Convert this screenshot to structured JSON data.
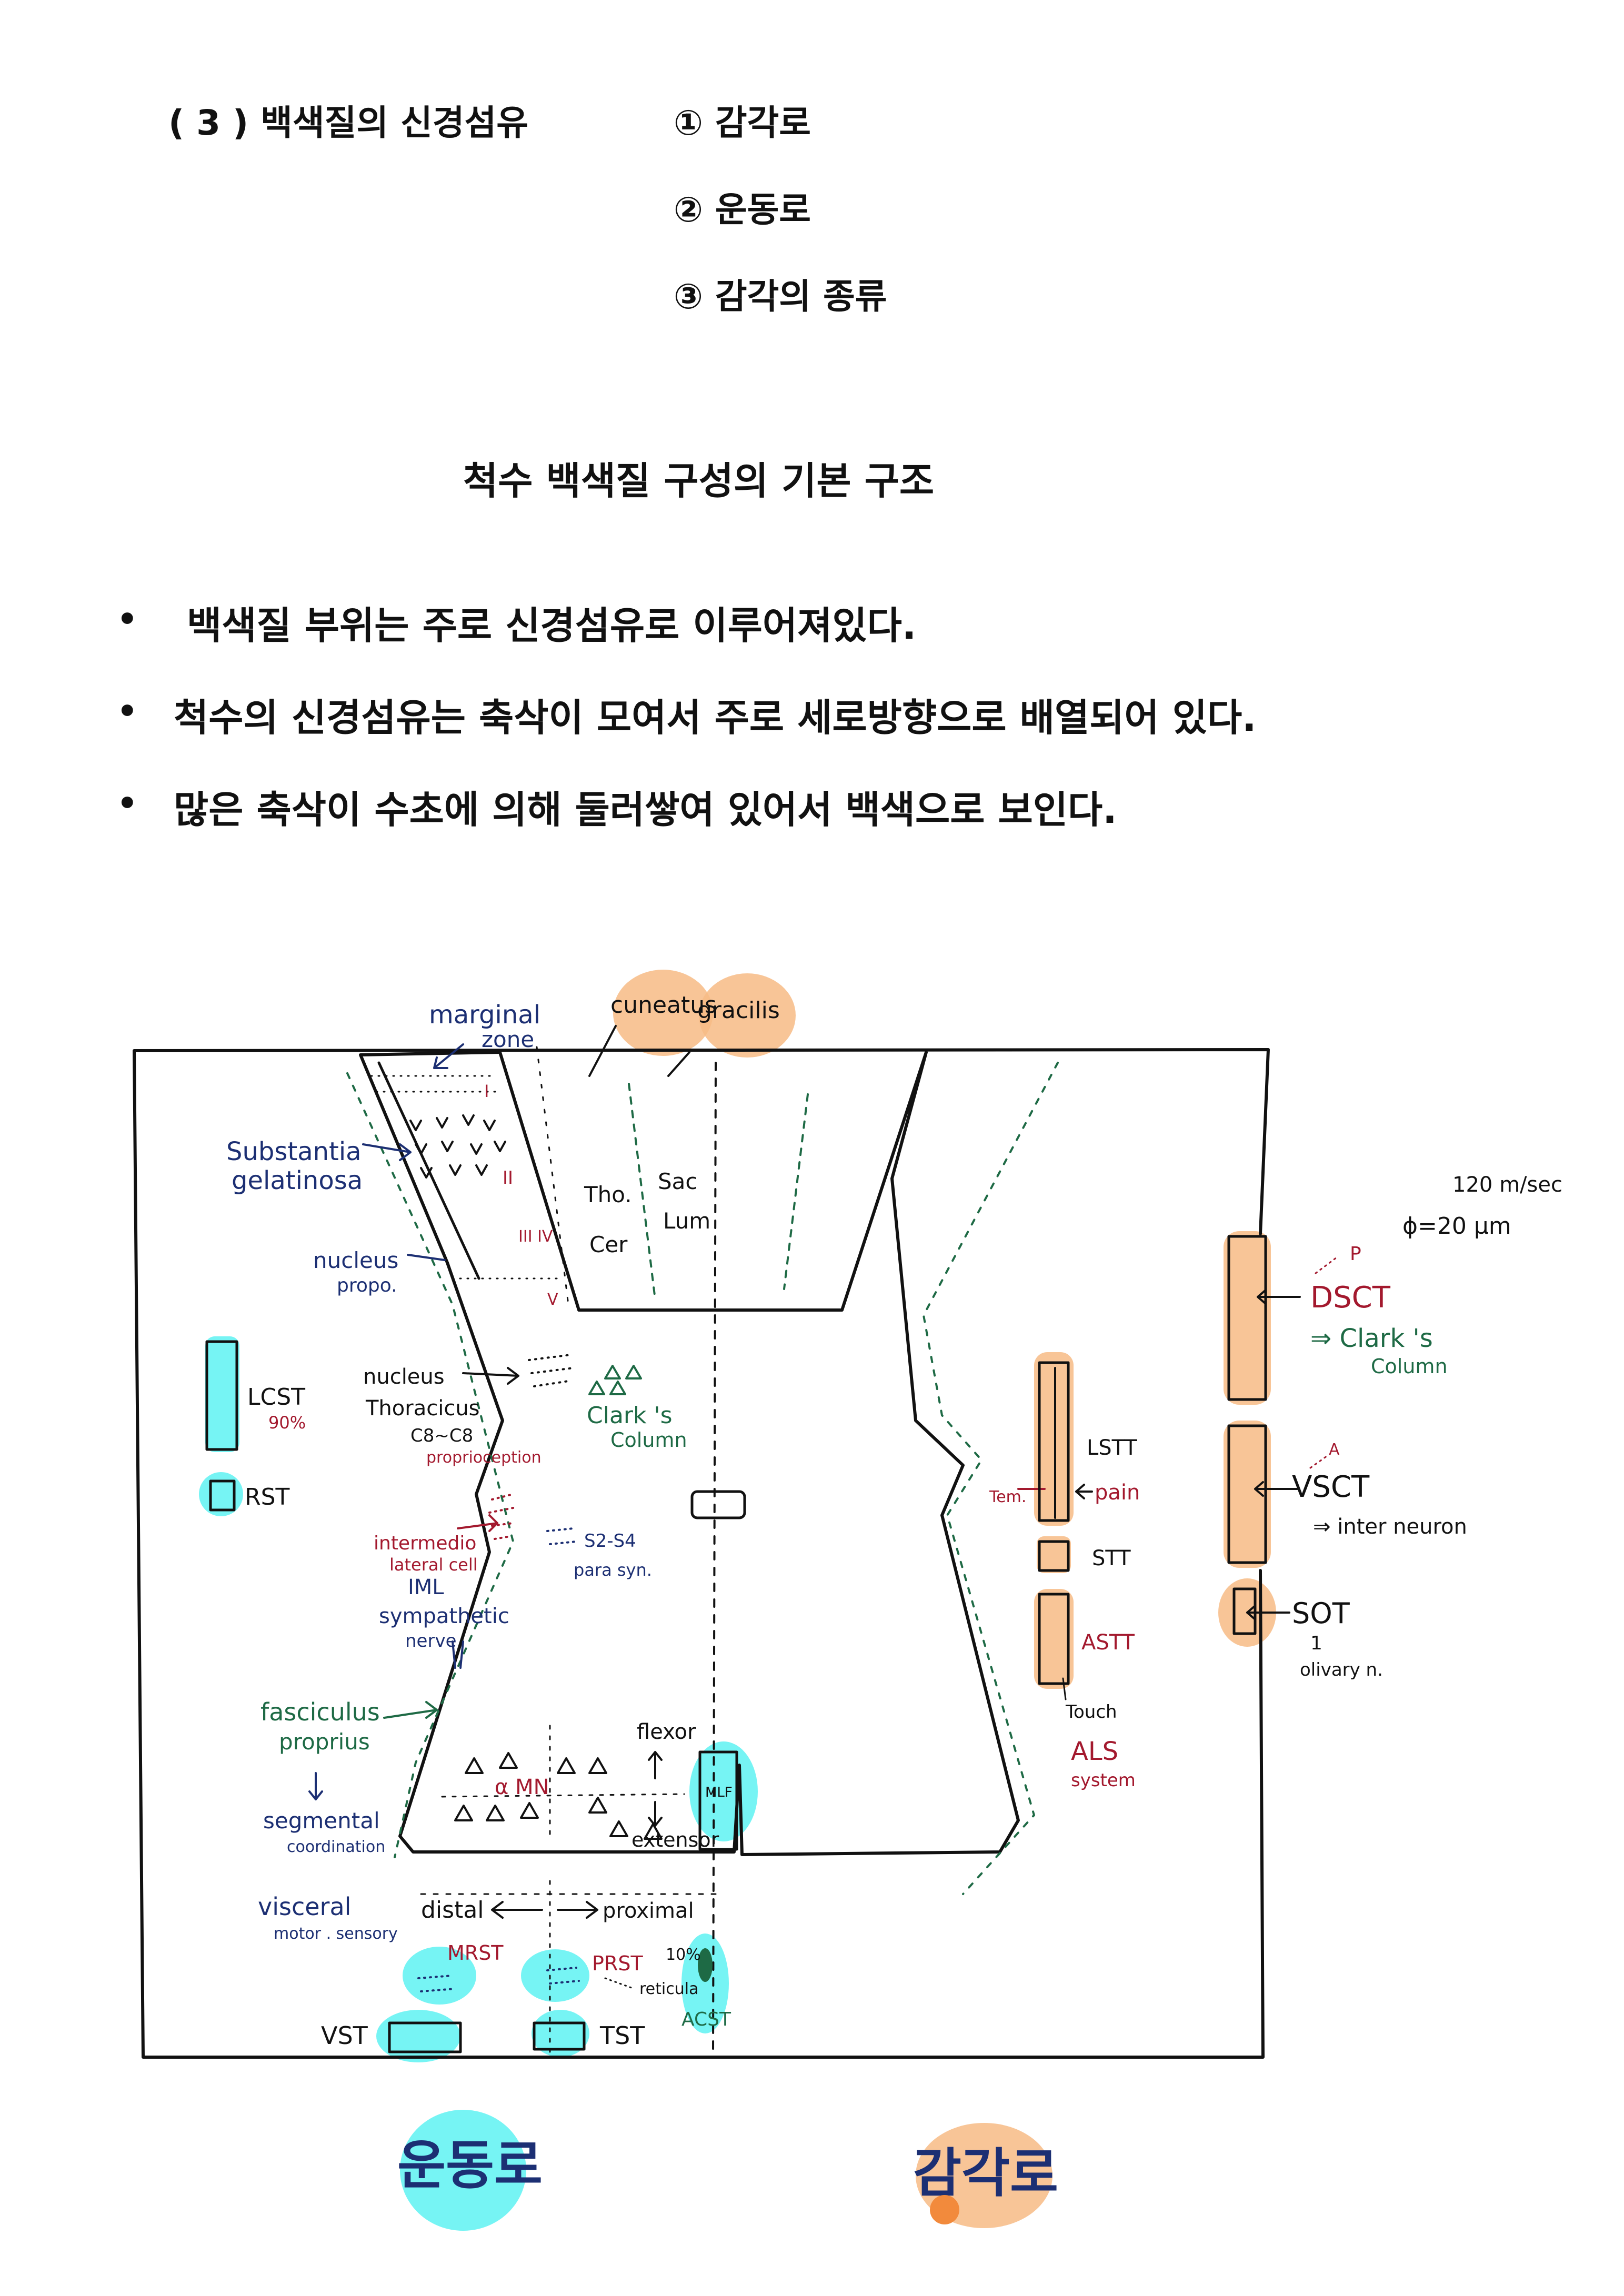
{
  "section": {
    "heading": "( 3 ) 백색질의 신경섬유",
    "items": [
      "① 감각로",
      "② 운동로",
      "③ 감각의 종류"
    ]
  },
  "figure_title": "척수 백색질 구성의 기본 구조",
  "bullets": [
    "백색질 부위는 주로 신경섬유로 이루어져있다.",
    "척수의 신경섬유는 축삭이 모여서 주로 세로방향으로 배열되어 있다.",
    "많은 축삭이 수초에 의해 둘러쌓여 있어서 백색으로 보인다."
  ],
  "bullet_symbol": "•",
  "diagram": {
    "colors": {
      "motor_highlight": "#5ef2f2",
      "sensory_highlight": "#f7bb85",
      "ink": "#111111",
      "blue_ink": "#1c2f73",
      "red_ink": "#a3192e",
      "green_ink": "#1e6a45"
    },
    "labels": {
      "marginal": "marginal",
      "zone": "zone",
      "cuneatus": "cuneatus",
      "gracilis": "gracilis",
      "substantia": "Substantia",
      "gelatinosa": "gelatinosa",
      "lamina_1": "I",
      "lamina_2": "II",
      "lamina_3_4": "III IV",
      "lamina_5": "V",
      "tho": "Tho.",
      "cer": "Cer",
      "sac": "Sac",
      "lum": "Lum",
      "nucleus_propo_1": "nucleus",
      "nucleus_propo_2": "propo.",
      "nucleus_thor_1": "nucleus",
      "nucleus_thor_2": "Thoracicus",
      "nucleus_thor_3": "C8~C8",
      "proprioception": "proprioception",
      "clarks_1": "Clark 's",
      "clarks_2": "Column",
      "lcst": "LCST",
      "lcst_pct": "90%",
      "rst": "RST",
      "intermedio_1": "intermedio",
      "intermedio_2": "lateral cell",
      "iml": "IML",
      "sympathetic": "sympathetic",
      "nerve": "nerve",
      "s2s4": "S2-S4",
      "parasym": "para syn.",
      "fasciculus": "fasciculus",
      "proprius": "proprius",
      "segmental": "segmental",
      "coordination": "coordination",
      "alpha_mn": "α MN",
      "flexor": "flexor",
      "extensor": "extensor",
      "mlf": "MLF",
      "visceral": "visceral",
      "motor_sensory": "motor . sensory",
      "distal": "distal",
      "proximal": "proximal",
      "mrst": "MRST",
      "prst": "PRST",
      "reticula": "reticula",
      "acst_pct": "10%",
      "acst": "ACST",
      "vst": "VST",
      "tst": "TST",
      "lstt": "LSTT",
      "pain": "pain",
      "tem": "Tem.",
      "stt": "STT",
      "astt": "ASTT",
      "touch": "Touch",
      "als_1": "ALS",
      "als_2": "system",
      "speed": "120 m/sec",
      "diameter": "ϕ=20 μm",
      "p_mark": "P",
      "dsct": "DSCT",
      "dsct_note_1": "⇒ Clark 's",
      "dsct_note_2": "Column",
      "a_mark": "A",
      "vsct": "VSCT",
      "vsct_note": "⇒ inter neuron",
      "sot": "SOT",
      "sot_num": "1",
      "olivary": "olivary n."
    },
    "legend": {
      "motor": "운동로",
      "sensory": "감각로"
    }
  }
}
